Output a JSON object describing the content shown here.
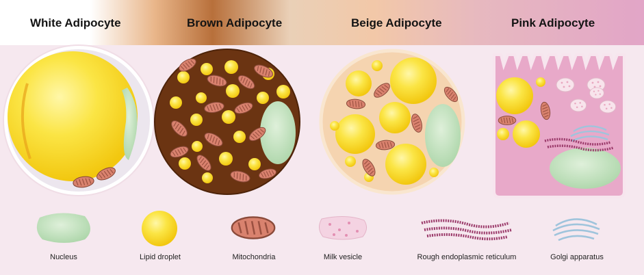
{
  "titles": {
    "white": "White Adipocyte",
    "brown": "Brown Adipocyte",
    "beige": "Beige Adipocyte",
    "pink": "Pink Adipocyte"
  },
  "legend": {
    "nucleus": "Nucleus",
    "lipid_droplet": "Lipid droplet",
    "mitochondria": "Mitochondria",
    "milk_vesicle": "Milk vesicle",
    "rough_er": "Rough endoplasmic reticulum",
    "golgi": "Golgi apparatus"
  },
  "colors": {
    "lipid": "#f7dc1f",
    "nucleus": "#bfe0bd",
    "mitochondria": "#d9826e",
    "brown_cytoplasm": "#6b3412",
    "beige_cytoplasm": "#f5d4b0",
    "pink_cytoplasm": "#e8a9c9"
  }
}
